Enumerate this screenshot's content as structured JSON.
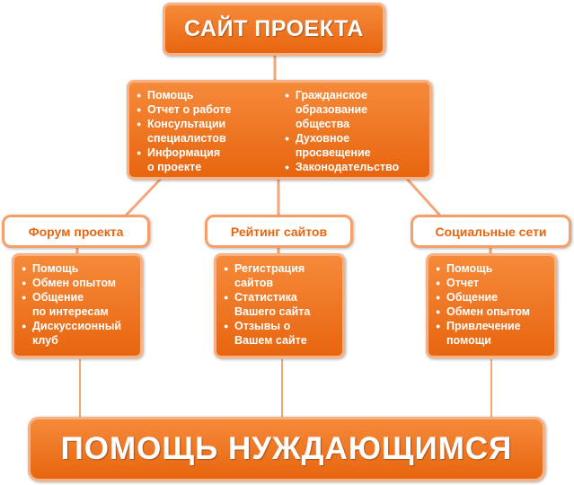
{
  "top": {
    "title": "САЙТ ПРОЕКТА"
  },
  "center": {
    "left_items": [
      "Помощь",
      "Отчет о работе",
      "Консультации\nспециалистов",
      "Информация\nо проекте"
    ],
    "right_items": [
      "Гражданское\nобразование\nобщества",
      "Духовное\nпросвещение",
      "Законодательство"
    ]
  },
  "branches": [
    {
      "title": "Форум проекта",
      "items": [
        "Помощь",
        "Обмен опытом",
        "Общение\nпо интересам",
        "Дискуссионный\nклуб"
      ]
    },
    {
      "title": "Рейтинг сайтов",
      "items": [
        "Регистрация\nсайтов",
        "Статистика\nВашего сайта",
        "Отзывы о\nВашем сайте"
      ]
    },
    {
      "title": "Социальные сети",
      "items": [
        "Помощь",
        "Отчет",
        "Общение",
        "Обмен опытом",
        "Привлечение\nпомощи"
      ]
    }
  ],
  "bottom": {
    "title": "ПОМОЩЬ НУЖДАЮЩИМСЯ"
  },
  "colors": {
    "accent": "#e8650f",
    "accent_light": "#f5a06a",
    "line": "#f2a77a"
  }
}
